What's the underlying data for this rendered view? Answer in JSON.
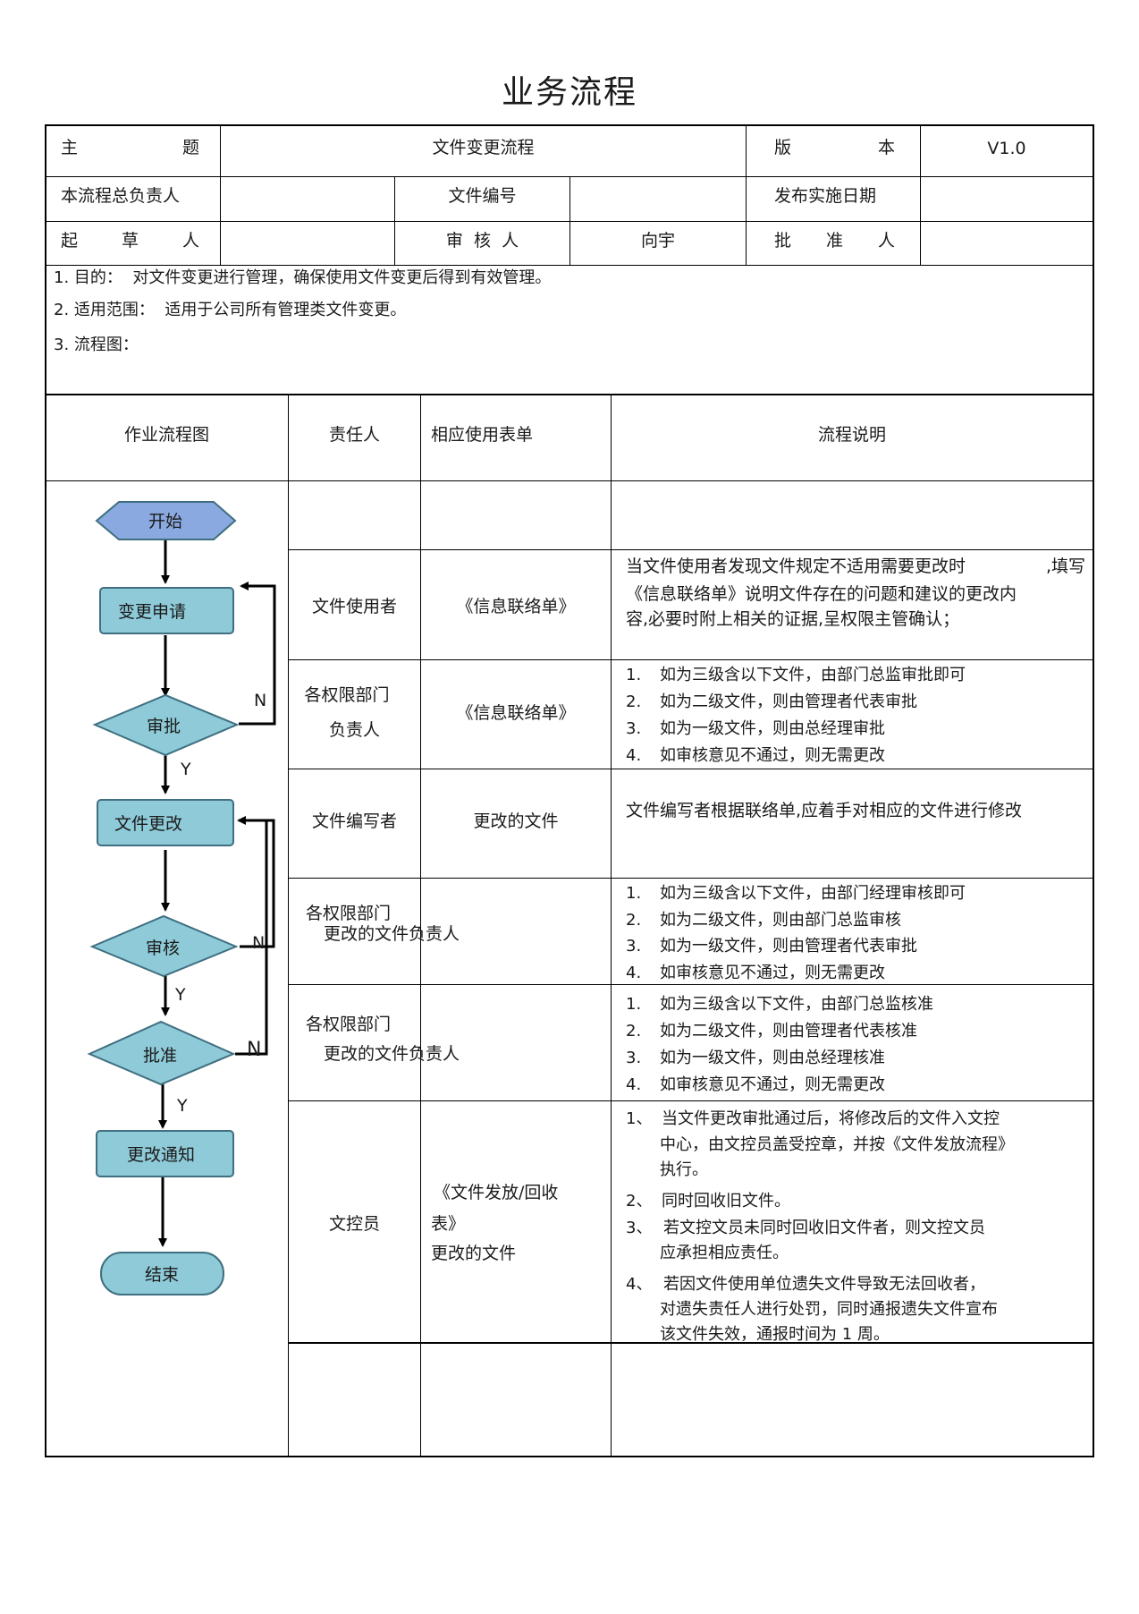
{
  "title": "业务流程",
  "header": {
    "subject_label": [
      "主",
      "题"
    ],
    "subject_value": "文件变更流程",
    "version_label": [
      "版",
      "本"
    ],
    "version_value": "V1.0",
    "owner_label": "本流程总负责人",
    "doc_no_label": "文件编号",
    "release_date_label": "发布实施日期",
    "drafter_label": [
      "起",
      "草",
      "人"
    ],
    "reviewer_label": "审  核  人",
    "reviewer_value": "向宇",
    "approver_label": [
      "批",
      "准",
      "人"
    ]
  },
  "intro": {
    "purpose": "1. 目的：  对文件变更进行管理，确保使用文件变更后得到有效管理。",
    "scope": "2. 适用范围：  适用于公司所有管理类文件变更。",
    "flow": "3. 流程图："
  },
  "columns": {
    "chart": "作业流程图",
    "owner": "责任人",
    "form": "相应使用表单",
    "desc": "流程说明"
  },
  "flowchart": {
    "start": "开始",
    "apply": "变更申请",
    "approve": "审批",
    "modify": "文件更改",
    "review": "审核",
    "authorize": "批准",
    "notify": "更改通知",
    "end": "结束",
    "no": "N",
    "yes": "Y"
  },
  "rows": [
    {
      "owner": "文件使用者",
      "form": "《信息联络单》",
      "desc_lines": [
        "当文件使用者发现文件规定不适用需要更改时",
        ",填写",
        "《信息联络单》说明文件存在的问题和建议的更改内",
        "容,必要时附上相关的证据,呈权限主管确认；"
      ]
    },
    {
      "owner_lines": [
        "各权限部门",
        "负责人"
      ],
      "form": "《信息联络单》",
      "steps": [
        "如为三级含以下文件，由部门总监审批即可",
        "如为二级文件，则由管理者代表审批",
        "如为一级文件，则由总经理审批",
        "如审核意见不通过，则无需更改"
      ]
    },
    {
      "owner": "文件编写者",
      "form": "更改的文件",
      "desc": "文件编写者根据联络单,应着手对相应的文件进行修改"
    },
    {
      "owner_lines": [
        "各权限部门",
        "更改的文件负责人"
      ],
      "steps": [
        "如为三级含以下文件，由部门经理审核即可",
        "如为二级文件，则由部门总监审核",
        "如为一级文件，则由管理者代表审批",
        "如审核意见不通过，则无需更改"
      ]
    },
    {
      "owner_lines": [
        "各权限部门",
        "更改的文件负责人"
      ],
      "steps": [
        "如为三级含以下文件，由部门总监核准",
        "如为二级文件，则由管理者代表核准",
        "如为一级文件，则由总经理核准",
        "如审核意见不通过，则无需更改"
      ]
    },
    {
      "owner": "文控员",
      "form_lines": [
        "《文件发放/回收",
        "表》",
        "更改的文件"
      ],
      "items": [
        {
          "n": "1、",
          "lines": [
            "当文件更改审批通过后，将修改后的文件入文控",
            "中心，由文控员盖受控章，并按《文件发放流程》",
            "执行。"
          ]
        },
        {
          "n": "2、",
          "lines": [
            "同时回收旧文件。"
          ]
        },
        {
          "n": "3、",
          "lines": [
            "若文控文员未同时回收旧文件者，则文控文员",
            "应承担相应责任。"
          ]
        },
        {
          "n": "4、",
          "lines": [
            "若因文件使用单位遗失文件导致无法回收者，",
            "对遗失责任人进行处罚，同时通报遗失文件宣布",
            "该文件失效，通报时间为 1 周。"
          ]
        }
      ]
    }
  ],
  "step_numbers": [
    "1.",
    "2.",
    "3.",
    "4."
  ],
  "colors": {
    "start_fill": "#8aa9e0",
    "node_fill": "#8ecad8",
    "node_stroke": "#3f6f80"
  }
}
